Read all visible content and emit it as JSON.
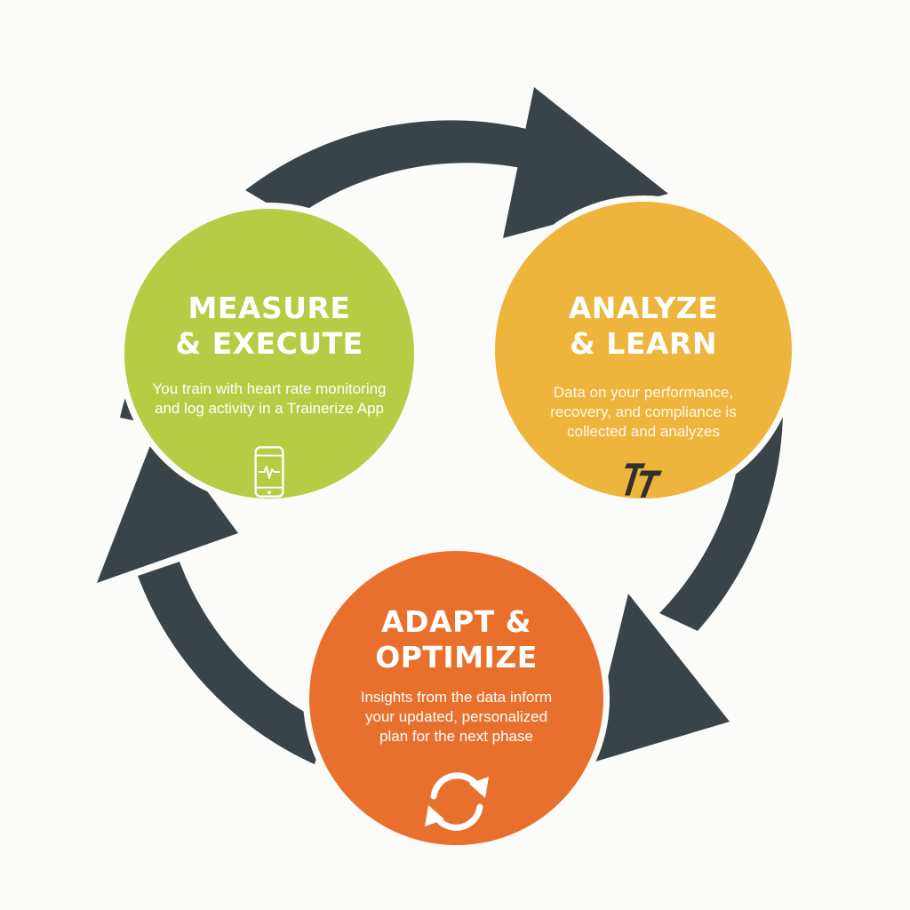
{
  "colors": {
    "background": "#fbfbf9",
    "ring": "#3a4448",
    "measure_green": "#b7cc45",
    "analyze_yellow": "#edb53c",
    "adapt_orange": "#e8702c",
    "logo_dark": "#2f2f2f"
  },
  "stages": [
    {
      "id": "measure",
      "title": "MEASURE\n& EXECUTE",
      "description": "You train with heart rate monitoring\nand log activity in a Trainerize App",
      "icon": "phone-heartbeat-icon"
    },
    {
      "id": "analyze",
      "title": "ANALYZE\n& LEARN",
      "description": "Data on your performance,\nrecovery, and compliance is\ncollected and analyzes",
      "icon": "trainerize-logo-icon"
    },
    {
      "id": "adapt",
      "title": "ADAPT &\nOPTIMIZE",
      "description": "Insights from the data inform\nyour updated, personalized\nplan for the next phase",
      "icon": "refresh-cycle-icon"
    }
  ]
}
